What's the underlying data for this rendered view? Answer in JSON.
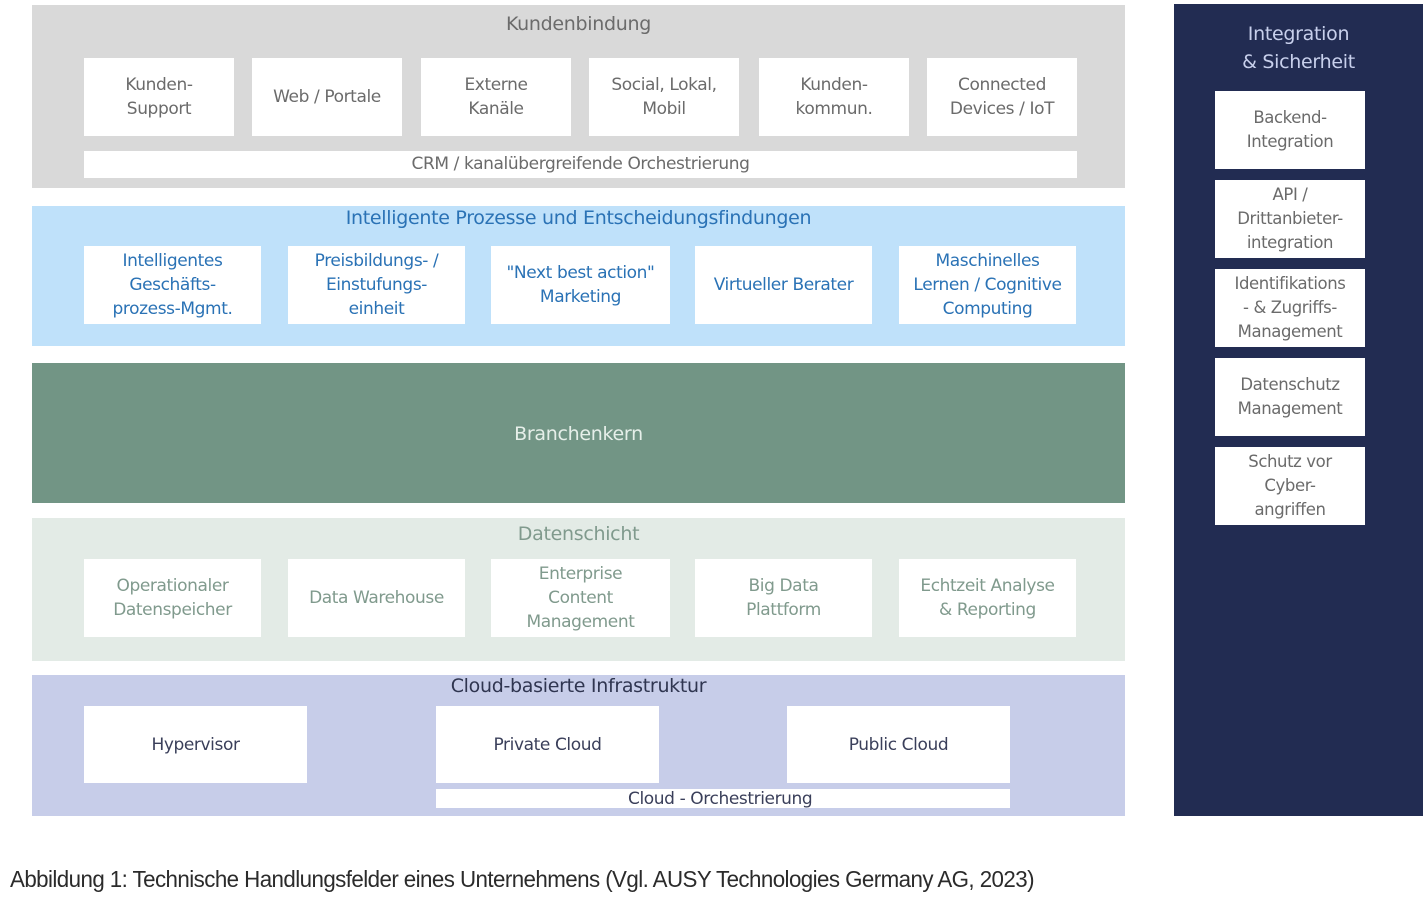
{
  "diagram": {
    "layers": {
      "kundenbindung": {
        "title": "Kundenbindung",
        "items": [
          "Kunden-\nSupport",
          "Web / Portale",
          "Externe\nKanäle",
          "Social, Lokal,\nMobil",
          "Kunden-\nkommun.",
          "Connected\nDevices / IoT"
        ],
        "bar": "CRM / kanalübergreifende Orchestrierung"
      },
      "prozesse": {
        "title": "Intelligente Prozesse und Entscheidungsfindungen",
        "items": [
          "Intelligentes\nGeschäfts-\nprozess-Mgmt.",
          "Preisbildungs- /\nEinstufungs-\neinheit",
          "\"Next best action\"\nMarketing",
          "Virtueller Berater",
          "Maschinelles\nLernen / Cognitive\nComputing"
        ]
      },
      "branchenkern": {
        "title": "Branchenkern"
      },
      "datenschicht": {
        "title": "Datenschicht",
        "items": [
          "Operationaler\nDatenspeicher",
          "Data Warehouse",
          "Enterprise\nContent\nManagement",
          "Big Data\nPlattform",
          "Echtzeit Analyse\n& Reporting"
        ]
      },
      "cloud": {
        "title": "Cloud-basierte Infrastruktur",
        "items": [
          "Hypervisor",
          "Private Cloud",
          "Public Cloud"
        ],
        "bar": "Cloud - Orchestrierung"
      }
    },
    "side_panel": {
      "title": "Integration\n& Sicherheit",
      "items": [
        "Backend-\nIntegration",
        "API /\nDrittanbieter-\nintegration",
        "Identifikations\n- & Zugriffs-\nManagement",
        "Datenschutz\nManagement",
        "Schutz vor\nCyber-\nangriffen"
      ]
    },
    "colors": {
      "kundenbindung": "#d9d9d9",
      "prozesse": "#bfe1fa",
      "branchenkern": "#729585",
      "datenschicht": "#e3ebe6",
      "cloud": "#c7cde9",
      "side_panel": "#222c52"
    }
  },
  "caption": "Abbildung 1: Technische Handlungsfelder eines Unternehmens (Vgl. AUSY Technologies Germany AG, 2023)"
}
